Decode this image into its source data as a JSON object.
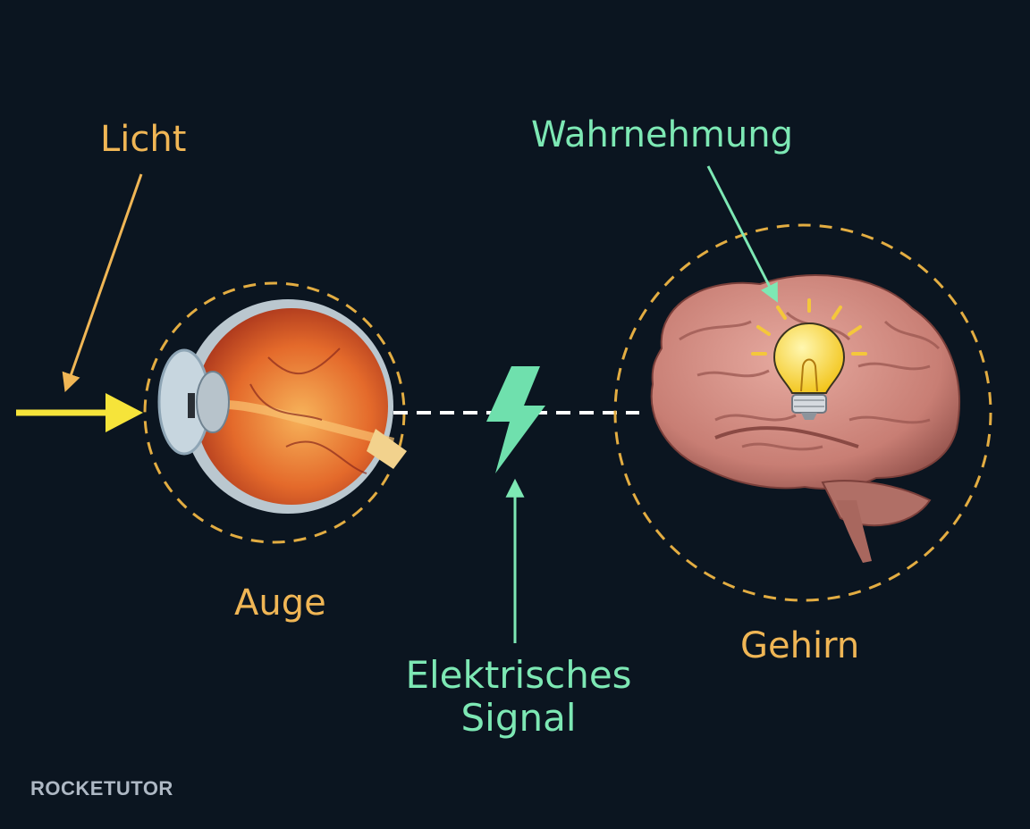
{
  "labels": {
    "light": "Licht",
    "perception": "Wahrnehmung",
    "eye": "Auge",
    "brain": "Gehirn",
    "signal": "Elektrisches Signal"
  },
  "logo": "ROCKETUTOR",
  "colors": {
    "background": "#0b1520",
    "label_orange": "#f0b655",
    "label_green": "#7de8b4",
    "light_arrow": "#f6e43a",
    "dashed_circle": "#e3ad42",
    "signal_line": "#ffffff"
  },
  "icons": [
    "eye-illustration",
    "brain-illustration",
    "lightbulb-icon",
    "lightning-bolt-icon"
  ]
}
